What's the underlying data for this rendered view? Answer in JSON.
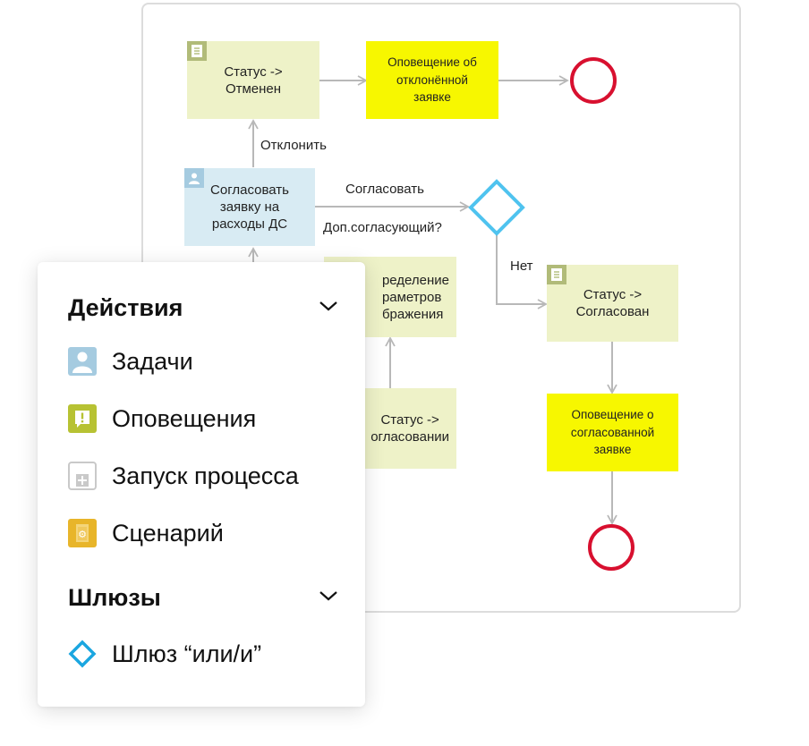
{
  "diagram": {
    "nodes": {
      "status_cancelled": "Статус ->\nОтменен",
      "notify_rejected": "Оповещение об\nотклонённой\nзаявке",
      "task_approve": "Согласовать\nзаявку на\nрасходы ДС",
      "define_params": "ределение\nраметров\nбражения",
      "status_approving": "Статус ->\nогласовании",
      "status_approved": "Статус ->\nСогласован",
      "notify_approved": "Оповещение о\nсогласованной\nзаявке"
    },
    "labels": {
      "reject": "Отклонить",
      "approve": "Согласовать",
      "extra_approver": "Доп.согласующий?",
      "no": "Нет"
    },
    "colors": {
      "status_fill": "#eef2c8",
      "notify_fill": "#f7f700",
      "task_fill": "#d8ebf3",
      "end_event": "#d8102f",
      "gateway": "#4fc3ef",
      "edge": "#b8b8b8"
    }
  },
  "palette": {
    "sections": {
      "actions": {
        "title": "Действия",
        "items": [
          {
            "label": "Задачи",
            "icon": "user-task-icon"
          },
          {
            "label": "Оповещения",
            "icon": "notification-icon"
          },
          {
            "label": "Запуск процесса",
            "icon": "subprocess-icon"
          },
          {
            "label": "Сценарий",
            "icon": "script-icon"
          }
        ]
      },
      "gateways": {
        "title": "Шлюзы",
        "items": [
          {
            "label": "Шлюз “или/и”",
            "icon": "gateway-icon"
          }
        ]
      }
    }
  }
}
